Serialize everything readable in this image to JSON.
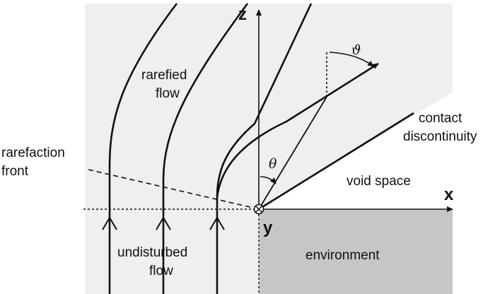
{
  "labels": {
    "z_axis": "z",
    "x_axis": "x",
    "y_axis": "y",
    "rarefied_line1": "rarefied",
    "rarefied_line2": "flow",
    "contact_line1": "contact",
    "contact_line2": "discontinuity",
    "rarefaction_line1": "rarefaction",
    "rarefaction_line2": "front",
    "void_space": "void space",
    "undisturbed_line1": "undisturbed",
    "undisturbed_line2": "flow",
    "environment": "environment",
    "theta": "θ",
    "vartheta": "ϑ"
  },
  "colors": {
    "flow_region": "#efefef",
    "environment_region": "#c6c6c6",
    "void_region": "#ffffff",
    "stroke": "#111111"
  }
}
